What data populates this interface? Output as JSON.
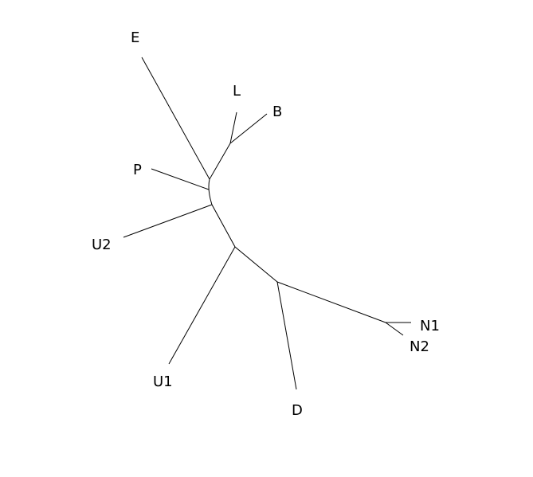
{
  "tree": {
    "type": "unrooted phylogenetic tree",
    "line_color": "#000000",
    "background": "#ffffff",
    "taxa": [
      "E",
      "L",
      "B",
      "P",
      "U2",
      "U1",
      "D",
      "N1",
      "N2"
    ],
    "labels": {
      "E": "E",
      "L": "L",
      "B": "B",
      "P": "P",
      "U2": "U2",
      "U1": "U1",
      "D": "D",
      "N1": "N1",
      "N2": "N2"
    }
  }
}
